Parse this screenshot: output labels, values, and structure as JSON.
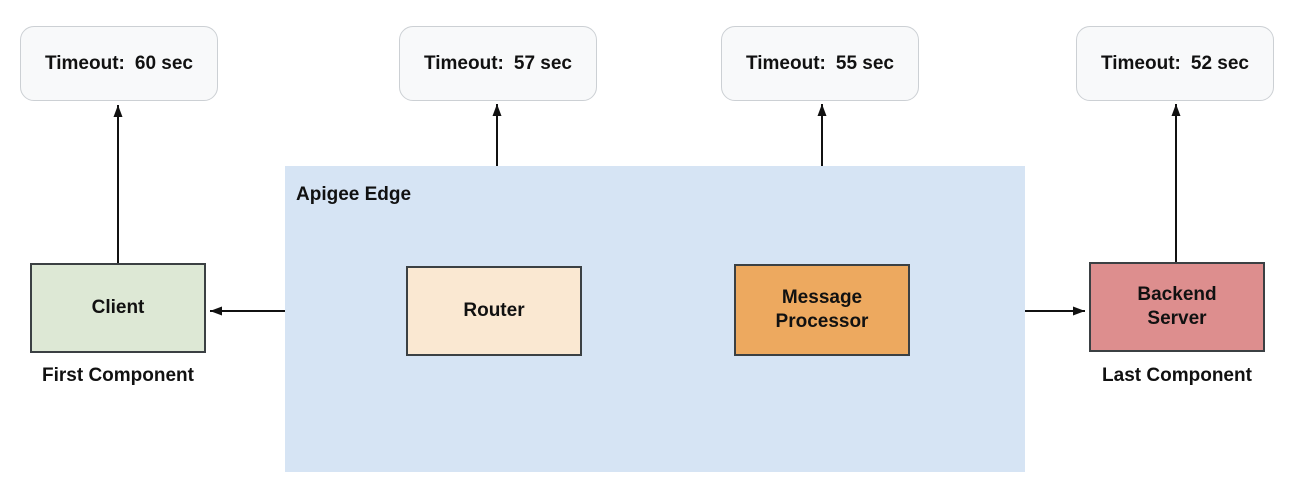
{
  "diagram": {
    "title_region": "Apigee Edge request timeout diagram",
    "apigee_panel": {
      "label": "Apigee Edge",
      "color": "#d6e4f4"
    },
    "timeouts": [
      {
        "label": "Timeout:",
        "value": "60 sec"
      },
      {
        "label": "Timeout:",
        "value": "57 sec"
      },
      {
        "label": "Timeout:",
        "value": "55 sec"
      },
      {
        "label": "Timeout:",
        "value": "52 sec"
      }
    ],
    "components": [
      {
        "name": "Client",
        "color": "#dde8d5",
        "caption": "First Component"
      },
      {
        "name": "Router",
        "color": "#fae8d2"
      },
      {
        "name": "Message Processor",
        "color": "#eda95f"
      },
      {
        "name": "Backend Server",
        "color": "#dd8e8e",
        "caption": "Last Component"
      }
    ],
    "arrow_color": "#111111"
  }
}
